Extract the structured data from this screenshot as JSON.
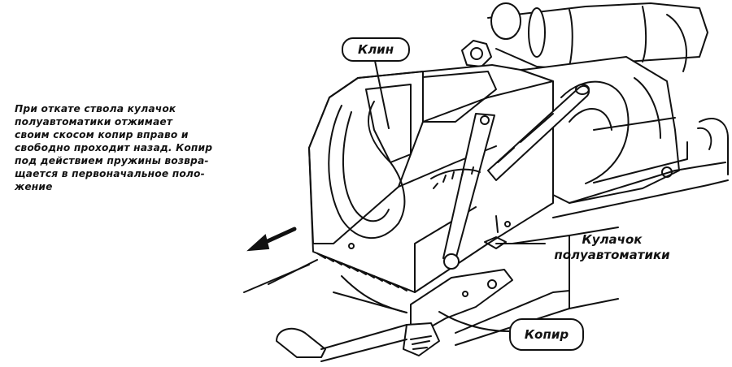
{
  "caption": "При откате ствола кулачок\nполуавтоматики отжимает\nсвоим скосом копир вправо и\nсвободно проходит назад. Копир\nпод действием пружины возвра-\nщается в первоначальное поло-\nжение",
  "labels": {
    "wedge": "Клин",
    "cam": "Кулачок\nполуавтоматики",
    "copier": "Копир"
  },
  "colors": {
    "ink": "#111111",
    "paper": "#ffffff"
  },
  "icons": {
    "recoil_arrow": "arrow-left-down-icon"
  }
}
